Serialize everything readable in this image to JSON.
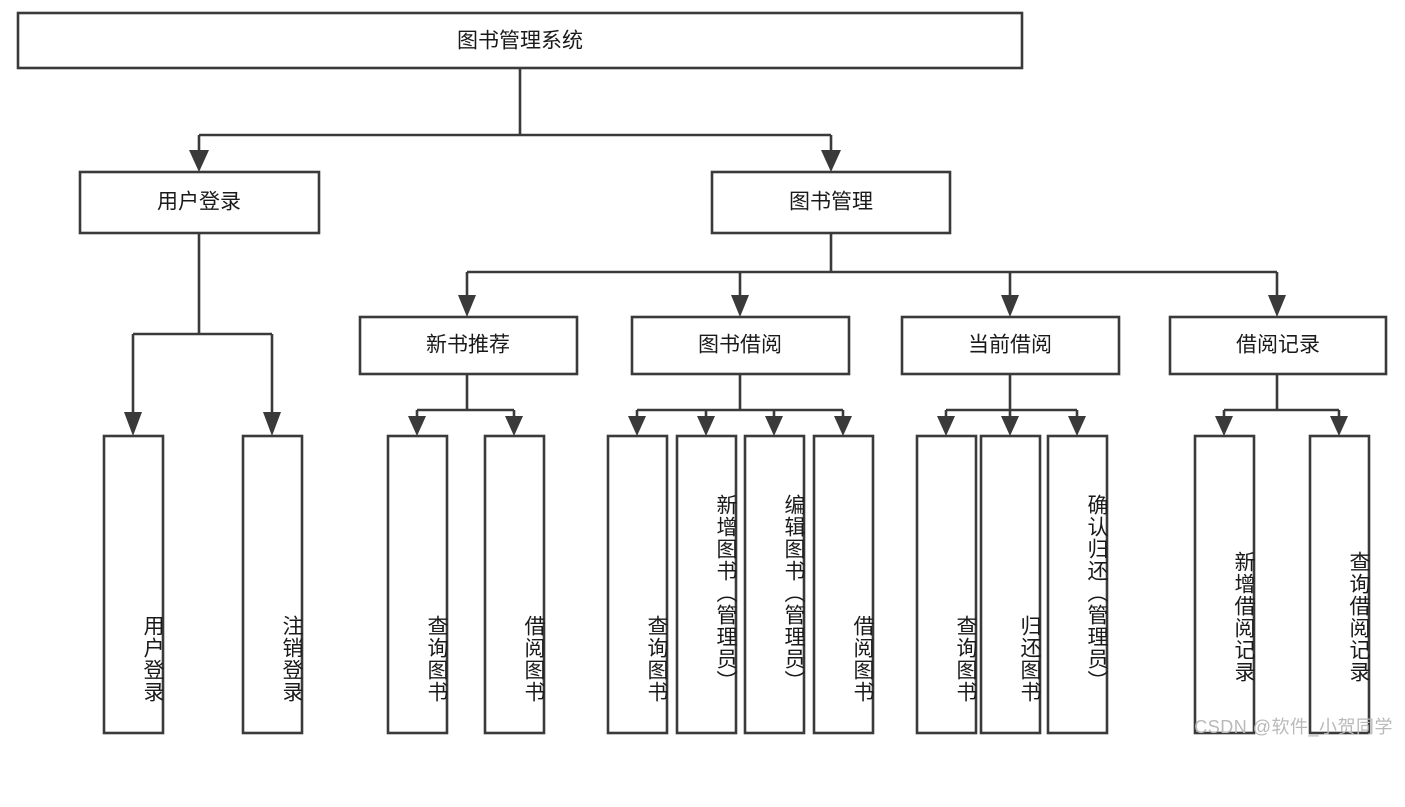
{
  "diagram": {
    "title": "图书管理系统",
    "type": "tree",
    "orientation": "top-down",
    "colors": {
      "stroke": "#3a3a3a",
      "box_fill": "#ffffff",
      "text": "#1a1a1a",
      "background": "#ffffff",
      "watermark": "#b9b9b9"
    },
    "root": {
      "id": "root",
      "label": "图书管理系统",
      "orientation": "horizontal"
    },
    "level2": [
      {
        "id": "user-login",
        "label": "用户登录",
        "orientation": "horizontal"
      },
      {
        "id": "book-management",
        "label": "图书管理",
        "orientation": "horizontal"
      }
    ],
    "level3": [
      {
        "id": "new-book-recommend",
        "label": "新书推荐",
        "parent": "book-management",
        "orientation": "horizontal"
      },
      {
        "id": "book-borrow",
        "label": "图书借阅",
        "parent": "book-management",
        "orientation": "horizontal"
      },
      {
        "id": "current-borrow",
        "label": "当前借阅",
        "parent": "book-management",
        "orientation": "horizontal"
      },
      {
        "id": "borrow-record",
        "label": "借阅记录",
        "parent": "book-management",
        "orientation": "horizontal"
      }
    ],
    "leaves": [
      {
        "id": "leaf-user-login",
        "label": "用户登录",
        "parent": "user-login",
        "orientation": "vertical"
      },
      {
        "id": "leaf-user-logout",
        "label": "注销登录",
        "parent": "user-login",
        "orientation": "vertical"
      },
      {
        "id": "leaf-query-book-1",
        "label": "查询图书",
        "parent": "new-book-recommend",
        "orientation": "vertical"
      },
      {
        "id": "leaf-borrow-book-1",
        "label": "借阅图书",
        "parent": "new-book-recommend",
        "orientation": "vertical"
      },
      {
        "id": "leaf-query-book-2",
        "label": "查询图书",
        "parent": "book-borrow",
        "orientation": "vertical"
      },
      {
        "id": "leaf-add-book",
        "label": "新增图书（管理员）",
        "parent": "book-borrow",
        "orientation": "vertical"
      },
      {
        "id": "leaf-edit-book",
        "label": "编辑图书（管理员）",
        "parent": "book-borrow",
        "orientation": "vertical"
      },
      {
        "id": "leaf-borrow-book-2",
        "label": "借阅图书",
        "parent": "book-borrow",
        "orientation": "vertical"
      },
      {
        "id": "leaf-query-book-3",
        "label": "查询图书",
        "parent": "current-borrow",
        "orientation": "vertical"
      },
      {
        "id": "leaf-return-book",
        "label": "归还图书",
        "parent": "current-borrow",
        "orientation": "vertical"
      },
      {
        "id": "leaf-confirm-return",
        "label": "确认归还（管理员）",
        "parent": "current-borrow",
        "orientation": "vertical"
      },
      {
        "id": "leaf-add-record",
        "label": "新增借阅记录",
        "parent": "borrow-record",
        "orientation": "vertical"
      },
      {
        "id": "leaf-query-record",
        "label": "查询借阅记录",
        "parent": "borrow-record",
        "orientation": "vertical"
      }
    ],
    "watermark": "CSDN @软件_小贺同学"
  }
}
